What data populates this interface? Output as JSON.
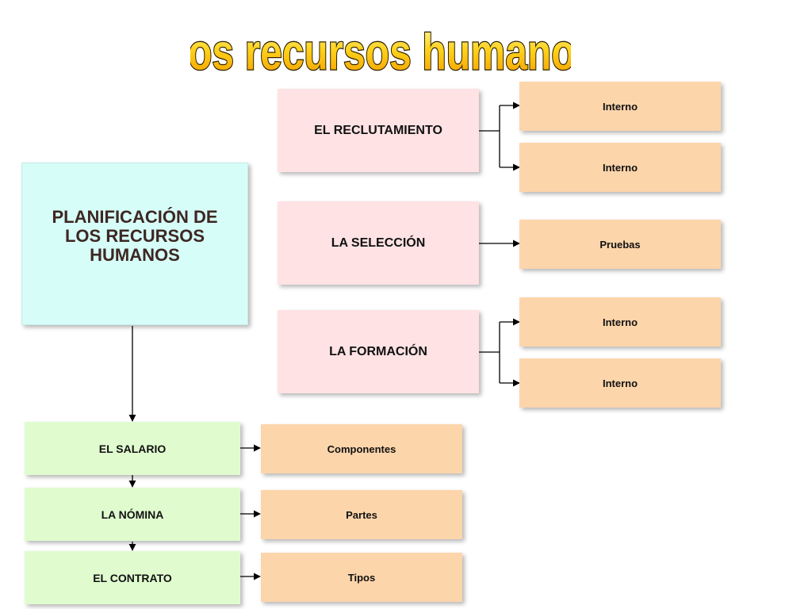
{
  "title": "Los recursos humanos",
  "main": {
    "label": "PLANIFICACIÓN DE LOS RECURSOS HUMANOS"
  },
  "branches": [
    {
      "label": "EL RECLUTAMIENTO",
      "children": [
        "Interno",
        "Interno"
      ]
    },
    {
      "label": "LA SELECCIÓN",
      "children": [
        "Pruebas"
      ]
    },
    {
      "label": "LA FORMACIÓN",
      "children": [
        "Interno",
        "Interno"
      ]
    }
  ],
  "chain": [
    {
      "label": "EL SALARIO",
      "child": "Componentes"
    },
    {
      "label": "LA NÓMINA",
      "child": "Partes"
    },
    {
      "label": "EL CONTRATO",
      "child": "Tipos"
    }
  ],
  "colors": {
    "main_fill": "#d6fdf7",
    "branch_fill": "#ffe2e4",
    "chain_fill": "#e0fccf",
    "leaf_fill": "#fdd5ab",
    "title_fill": "#ffc928",
    "title_outline": "#3a2a00"
  }
}
